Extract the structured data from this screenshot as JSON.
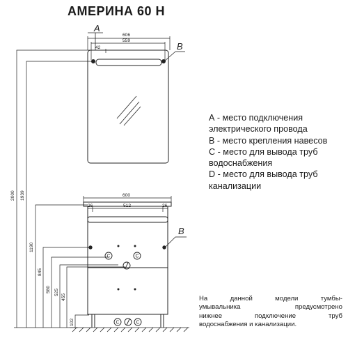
{
  "title": "АМЕРИНА 60 Н",
  "legend": [
    "А - место подключения",
    "электрического провода",
    "В - место крепления навесов",
    "С - место для вывода труб",
    "водоснабжения",
    "D - место для вывода труб",
    "канализации"
  ],
  "note": [
    "На данной модели тумбы-",
    "умывальника предусмотрено",
    "нижнее подключение труб",
    "водоснабжения и канализации."
  ],
  "markers": {
    "a": "A",
    "b_top": "B",
    "b_bottom": "B"
  },
  "mirror_dims": {
    "outer": "606",
    "inner": "559",
    "offset": "42"
  },
  "cabinet_dims": {
    "outer": "600",
    "left": "26",
    "middle": "512",
    "right": "26"
  },
  "vertical_dims": [
    "2000",
    "1939",
    "1190",
    "845",
    "580",
    "525",
    "455",
    "102"
  ],
  "symbols": {
    "c": "C",
    "d": "D"
  },
  "colors": {
    "line": "#222222",
    "background": "#ffffff"
  }
}
